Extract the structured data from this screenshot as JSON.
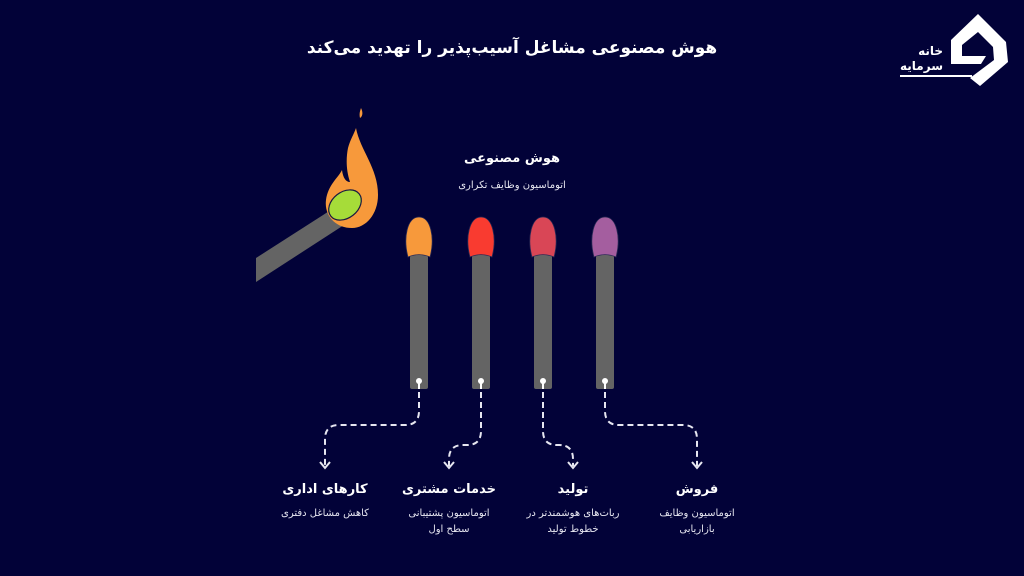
{
  "header": {
    "title": "هوش مصنوعی مشاغل آسیب‌پذیر را تهدید می‌کند"
  },
  "logo": {
    "line1": "خانه",
    "line2": "سرمایه"
  },
  "threat": {
    "title": "هوش مصنوعی",
    "subtitle": "اتوماسیون وظایف تکراری",
    "head_color": "#a6dc39",
    "flame_color": "#f7993b"
  },
  "matches": [
    {
      "head_color": "#f7993b",
      "title": "کارهای اداری",
      "desc_lines": [
        "کاهش مشاغل دفتری"
      ]
    },
    {
      "head_color": "#f93b30",
      "title": "خدمات مشتری",
      "desc_lines": [
        "اتوماسیون پشتیبانی",
        "سطح اول"
      ]
    },
    {
      "head_color": "#d94656",
      "title": "تولید",
      "desc_lines": [
        "ربات‌های هوشمندتر در",
        "خطوط تولید"
      ]
    },
    {
      "head_color": "#a45e9f",
      "title": "فروش",
      "desc_lines": [
        "اتوماسیون وظایف",
        "بازاریابی"
      ]
    }
  ],
  "colors": {
    "background": "#020238",
    "stick": "#646464",
    "connector": "#e6e6f0"
  }
}
